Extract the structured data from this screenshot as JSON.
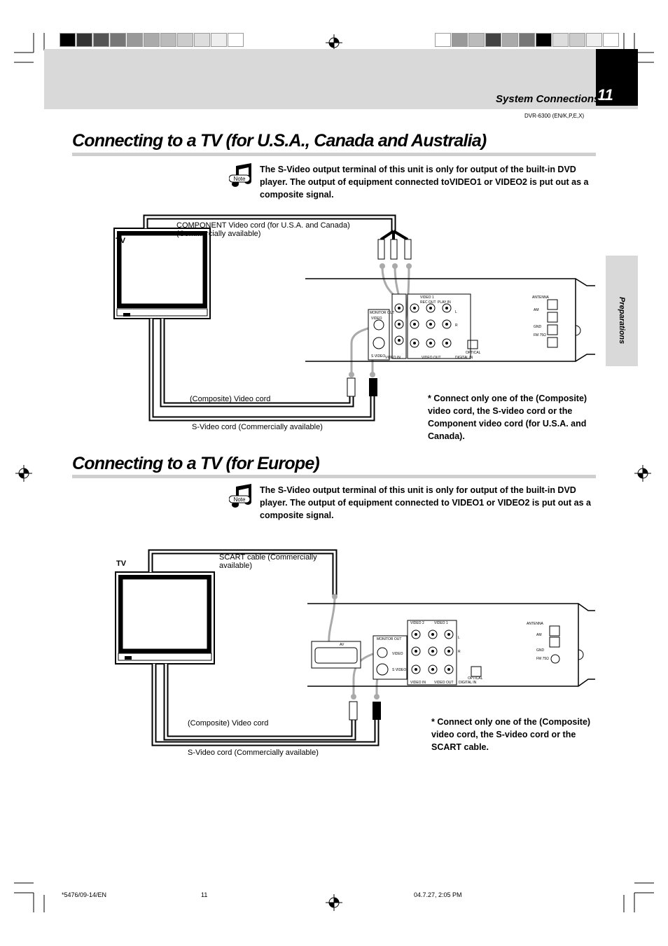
{
  "header": {
    "section": "System Connections",
    "page_number": "11",
    "model": "DVR-6300 (EN/K,P,E,X)",
    "side_tab": "Preparations"
  },
  "section1": {
    "title": "Connecting to a TV (for U.S.A., Canada and Australia)",
    "note_icon_label": "Note",
    "note": "The S-Video output terminal of this unit is only for output of the built-in DVD player. The output of equipment connected toVIDEO1 or VIDEO2  is put out as a composite signal.",
    "tv_label": "TV",
    "component_cord": "COMPONENT Video cord (for U.S.A. and Canada) (Commercially available)",
    "composite_cord": "(Composite) Video cord",
    "svideo_cord": "S-Video cord (Commercially available)",
    "star_note": "* Connect only one of  the (Composite) video cord, the S-video cord or the Component video cord (for U.S.A. and Canada)."
  },
  "section2": {
    "title": "Connecting to a TV (for Europe)",
    "note_icon_label": "Note",
    "note": "The S-Video output terminal of this unit is only for output of the built-in DVD player. The output of equipment connected to VIDEO1 or VIDEO2  is put out as a composite signal.",
    "tv_label": "TV",
    "scart_cord": "SCART cable (Commercially available)",
    "composite_cord": "(Composite) Video cord",
    "svideo_cord": "S-Video cord (Commercially available)",
    "star_note": "* Connect only one of  the (Composite) video cord, the S-video cord or the SCART cable."
  },
  "panel_labels": {
    "monitor_out": "MONITOR OUT",
    "video": "VIDEO",
    "s_video": "S VIDEO",
    "video2": "VIDEO 2",
    "video1": "VIDEO 1",
    "play_in": "PLAY IN",
    "rec_out": "REC OUT",
    "video_in": "VIDEO IN",
    "video_out": "VIDEO OUT",
    "digital_in": "DIGITAL IN",
    "optical": "OPTICAL",
    "antenna": "ANTENNA",
    "am": "AM",
    "gnd": "GND",
    "fm": "FM 75Ω",
    "av": "AV",
    "l": "L",
    "r": "R"
  },
  "footer": {
    "code": "*5476/09-14/EN",
    "page": "11",
    "date": "04.7.27, 2:05 PM"
  }
}
